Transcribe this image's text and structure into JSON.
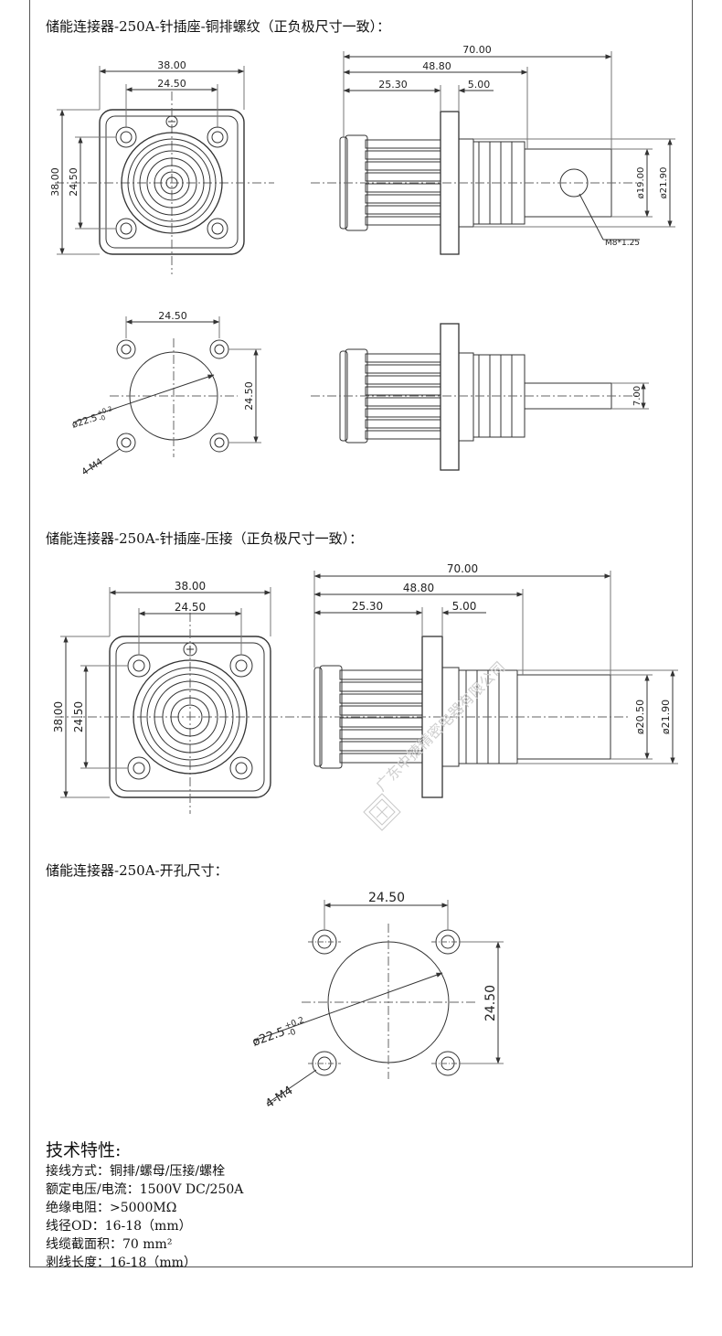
{
  "headings": {
    "copper_bar": "储能连接器-250A-针插座-铜排螺纹（正负极尺寸一致）：",
    "crimp": "储能连接器-250A-针插座-压接（正负极尺寸一致）：",
    "cutout": "储能连接器-250A-开孔尺寸："
  },
  "dims": {
    "width_38": "38.00",
    "hole_24_5": "24.50",
    "len_70": "70.00",
    "len_48_8": "48.80",
    "len_25_3": "25.30",
    "len_5": "5.00",
    "dia_19": "ø19.00",
    "dia_21_9": "ø21.90",
    "dia_20_5": "ø20.50",
    "thread_m8": "M8*1.25",
    "bar_7": "7.00",
    "hole_dia": "ø22.5",
    "tol_plus": "+0.2",
    "tol_minus": "-0",
    "screws": "4-M4"
  },
  "watermark": "广东中捷精密电器有限公司",
  "specs": {
    "title": "技术特性:",
    "lines": [
      "接线方式：铜排/螺母/压接/螺栓",
      "额定电压/电流：1500V DC/250A",
      "绝缘电阻：>5000MΩ",
      "线径OD：16-18（mm）",
      "线缆截面积：70 mm²",
      "剥线长度：16-18（mm）"
    ]
  }
}
